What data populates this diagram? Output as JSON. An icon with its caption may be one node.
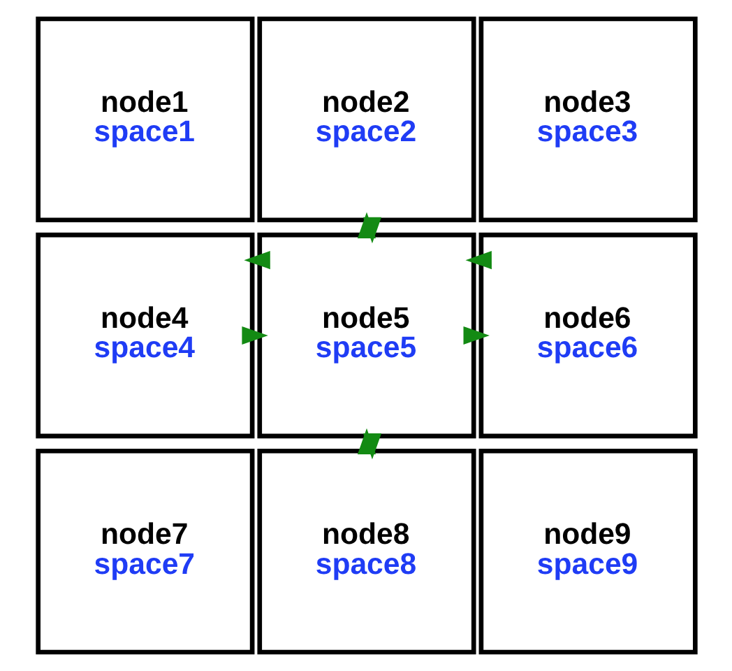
{
  "diagram": {
    "nodes": [
      {
        "text": [
          "node1",
          "space1"
        ]
      },
      {
        "text": [
          "node2",
          "space2"
        ]
      },
      {
        "text": [
          "node3",
          "space3"
        ]
      },
      {
        "text": [
          "node4",
          "space4"
        ]
      },
      {
        "text": [
          "node5",
          "space5"
        ]
      },
      {
        "text": [
          "node6",
          "space6"
        ]
      },
      {
        "text": [
          "node7",
          "space7"
        ]
      },
      {
        "text": [
          "node8",
          "space8"
        ]
      },
      {
        "text": [
          "node9",
          "space9"
        ]
      }
    ],
    "edges": [
      {
        "from": 4,
        "to": 1,
        "arrow": "to"
      },
      {
        "from": 1,
        "to": 4,
        "arrow": "to"
      },
      {
        "from": 3,
        "to": 4,
        "arrow": "to"
      },
      {
        "from": 4,
        "to": 3,
        "arrow": "to"
      },
      {
        "from": 4,
        "to": 5,
        "arrow": "to"
      },
      {
        "from": 5,
        "to": 4,
        "arrow": "to"
      },
      {
        "from": 7,
        "to": 4,
        "arrow": "to"
      },
      {
        "from": 4,
        "to": 7,
        "arrow": "to"
      }
    ]
  }
}
